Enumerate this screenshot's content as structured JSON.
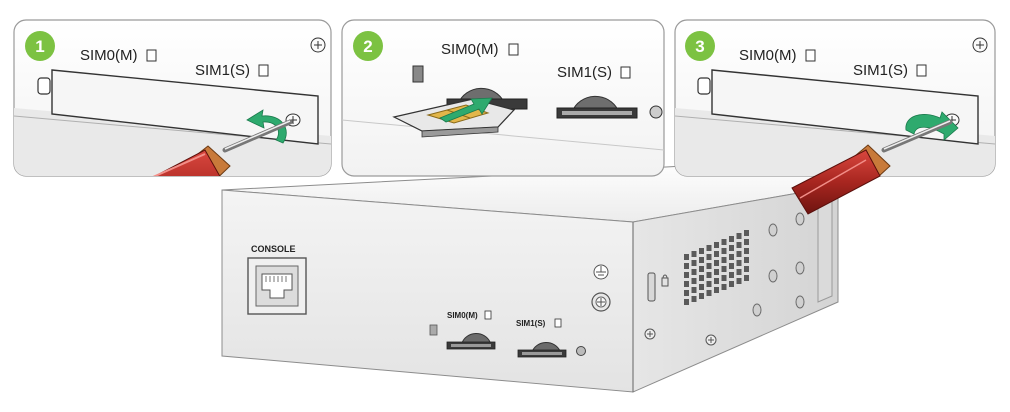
{
  "panels": [
    {
      "step": "1",
      "sim0_label": "SIM0(M)",
      "sim1_label": "SIM1(S)"
    },
    {
      "step": "2",
      "sim0_label": "SIM0(M)",
      "sim1_label": "SIM1(S)"
    },
    {
      "step": "3",
      "sim0_label": "SIM0(M)",
      "sim1_label": "SIM1(S)"
    }
  ],
  "device": {
    "console_label": "CONSOLE",
    "sim0_label": "SIM0(M)",
    "sim1_label": "SIM1(S)"
  },
  "colors": {
    "step_badge": "#7cc242",
    "arrow": "#2eaa6e",
    "screwdriver_handle": "#b5302a",
    "panel_border": "#9a9a9a",
    "metal_light": "#f1f1f1",
    "metal_shadow": "#cfcfcf"
  }
}
